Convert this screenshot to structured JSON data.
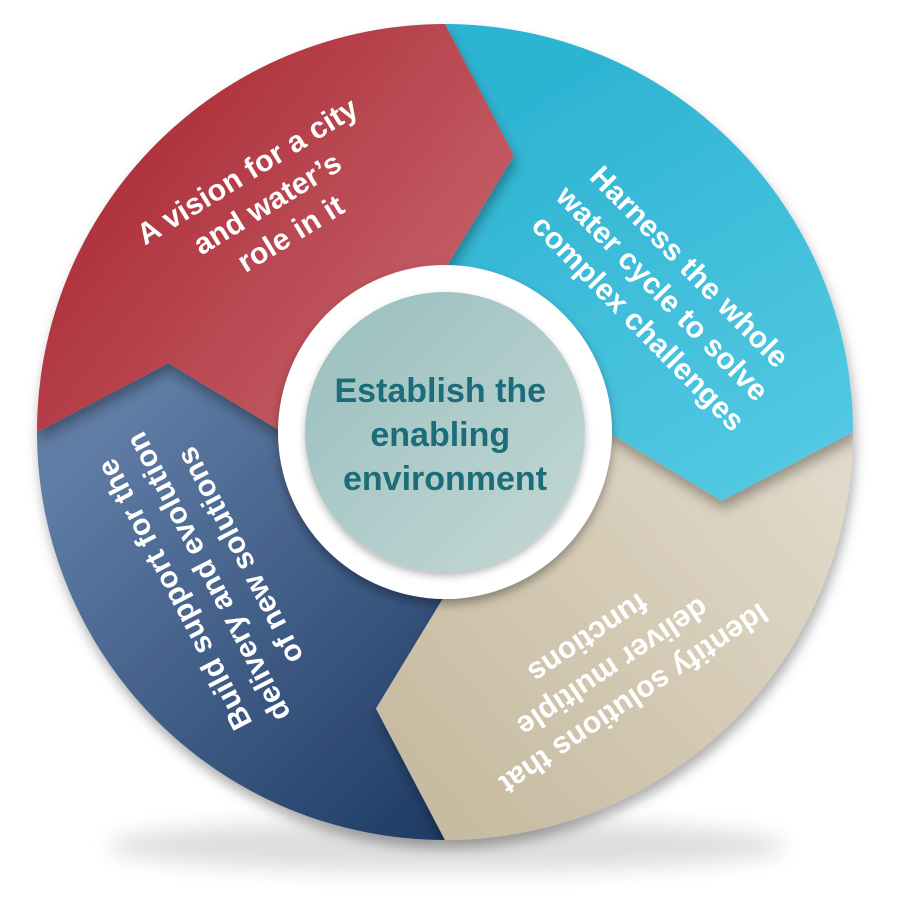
{
  "diagram": {
    "type": "cycle-diagram",
    "background": "#ffffff",
    "colors": {
      "segment_label": "#ffffff",
      "center_label": "#1b6e79",
      "ring": "#ffffff"
    },
    "center": {
      "label_lines": [
        "Establish the",
        "enabling",
        "environment"
      ],
      "gradient": {
        "start": "#9cc0c0",
        "end": "#c2d7d4"
      }
    },
    "segments": [
      {
        "id": "vision",
        "position": "top-left",
        "label_lines": [
          "A vision for a city",
          "and water’s",
          "role in it"
        ],
        "gradient": {
          "start": "#ad2f3a",
          "end": "#cb6d74"
        }
      },
      {
        "id": "harness",
        "position": "top-right",
        "label_lines": [
          "Harness the whole",
          "water cycle to solve",
          "complex challenges"
        ],
        "gradient": {
          "start": "#2eb4d3",
          "end": "#55cae3"
        }
      },
      {
        "id": "identify",
        "position": "bottom-right",
        "label_lines": [
          "Identify solutions that",
          "deliver multiple",
          "functions"
        ],
        "gradient": {
          "start": "#e0d8c8",
          "end": "#c7bba1"
        }
      },
      {
        "id": "build",
        "position": "bottom-left",
        "label_lines": [
          "Build support for the",
          "delivery and evolution",
          "of new solutions"
        ],
        "gradient": {
          "start": "#5e7ba4",
          "end": "#1d3a63"
        }
      }
    ]
  }
}
